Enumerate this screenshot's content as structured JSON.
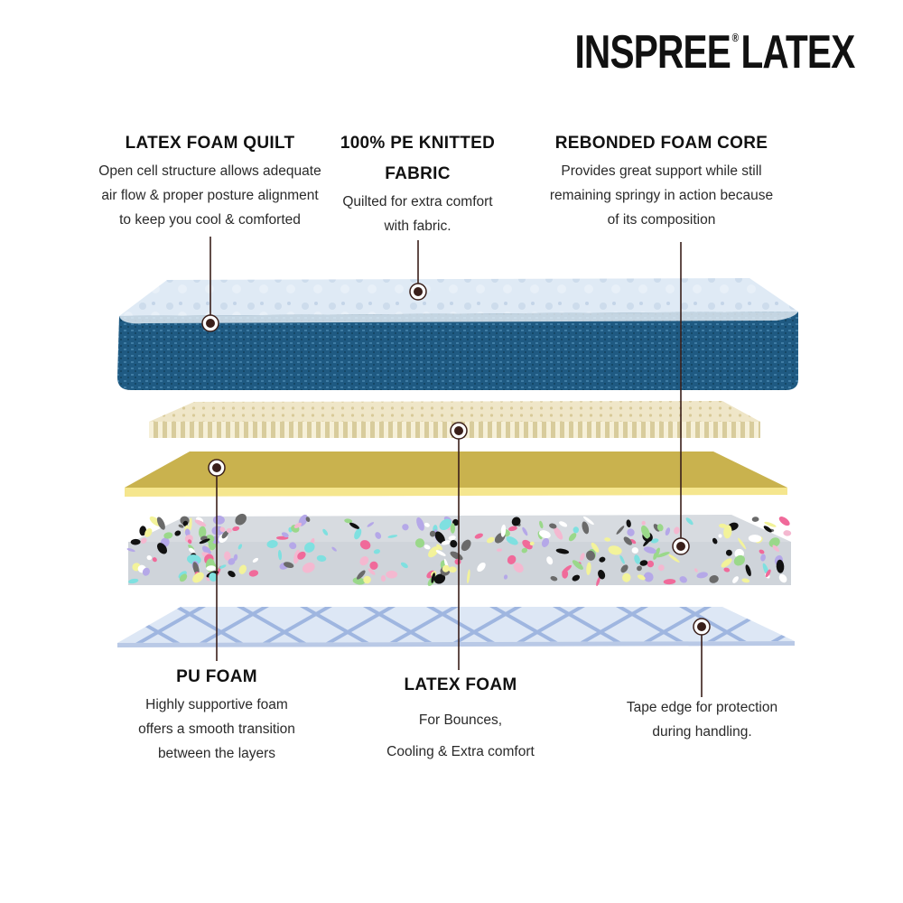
{
  "brand": {
    "name_left": "INSPREE",
    "registered": "®",
    "name_right": "LATEX"
  },
  "callouts": {
    "latex_foam_quilt": {
      "title": "LATEX FOAM QUILT",
      "lines": [
        "Open cell structure allows adequate",
        "air flow & proper posture alignment",
        "to keep you cool & comforted"
      ]
    },
    "pe_knitted_fabric": {
      "title_lines": [
        "100% PE KNITTED",
        "FABRIC"
      ],
      "lines": [
        "Quilted for extra comfort",
        "with fabric."
      ]
    },
    "rebonded_foam_core": {
      "title": "REBONDED FOAM CORE",
      "lines": [
        "Provides great support while still",
        "remaining springy in action because",
        "of its composition"
      ]
    },
    "pu_foam": {
      "title": "PU FOAM",
      "lines": [
        "Highly supportive foam",
        "offers a smooth transition",
        "between the layers"
      ]
    },
    "latex_foam": {
      "title": "LATEX FOAM",
      "lines": [
        "For Bounces,",
        "Cooling & Extra comfort"
      ]
    },
    "tape_edge": {
      "lines": [
        "Tape edge for protection",
        "during handling."
      ]
    }
  },
  "colors": {
    "quilt_top": "#dbe8f4",
    "quilt_side": "#1f5a82",
    "latex_layer": "#ece3c4",
    "pu_layer": "#c9b24e",
    "pu_edge": "#f5e68e",
    "tape_layer": "#d8e4f4",
    "marker": "#3a1f1a"
  }
}
